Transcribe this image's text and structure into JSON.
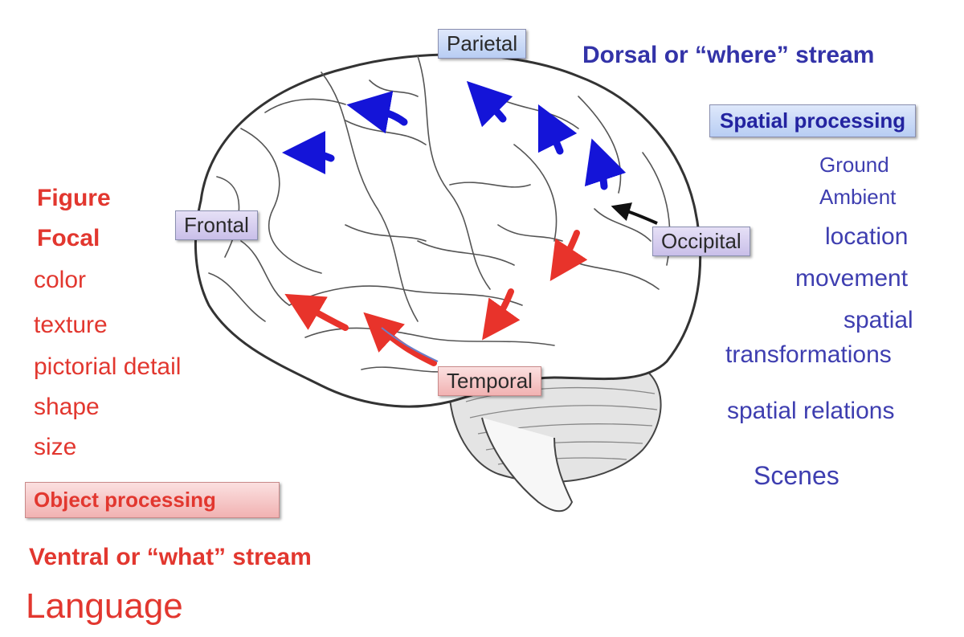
{
  "lobes": {
    "parietal": "Parietal",
    "frontal": "Frontal",
    "occipital": "Occipital",
    "temporal": "Temporal"
  },
  "dorsal": {
    "title": "Dorsal or “where” stream",
    "processing": "Spatial processing",
    "items": [
      "Ground",
      "Ambient",
      "location",
      "movement",
      "spatial",
      "transformations",
      "spatial relations",
      "Scenes"
    ]
  },
  "ventral": {
    "items": [
      "Figure",
      "Focal",
      "color",
      "texture",
      "pictorial detail",
      "shape",
      "size"
    ],
    "processing": "Object processing",
    "title": "Ventral or “what” stream",
    "language": "Language"
  },
  "colors": {
    "dorsal_arrow": "#1414d8",
    "ventral_arrow": "#e8332b",
    "dorsal_text": "#3e3eb0",
    "ventral_text": "#e2372f"
  }
}
